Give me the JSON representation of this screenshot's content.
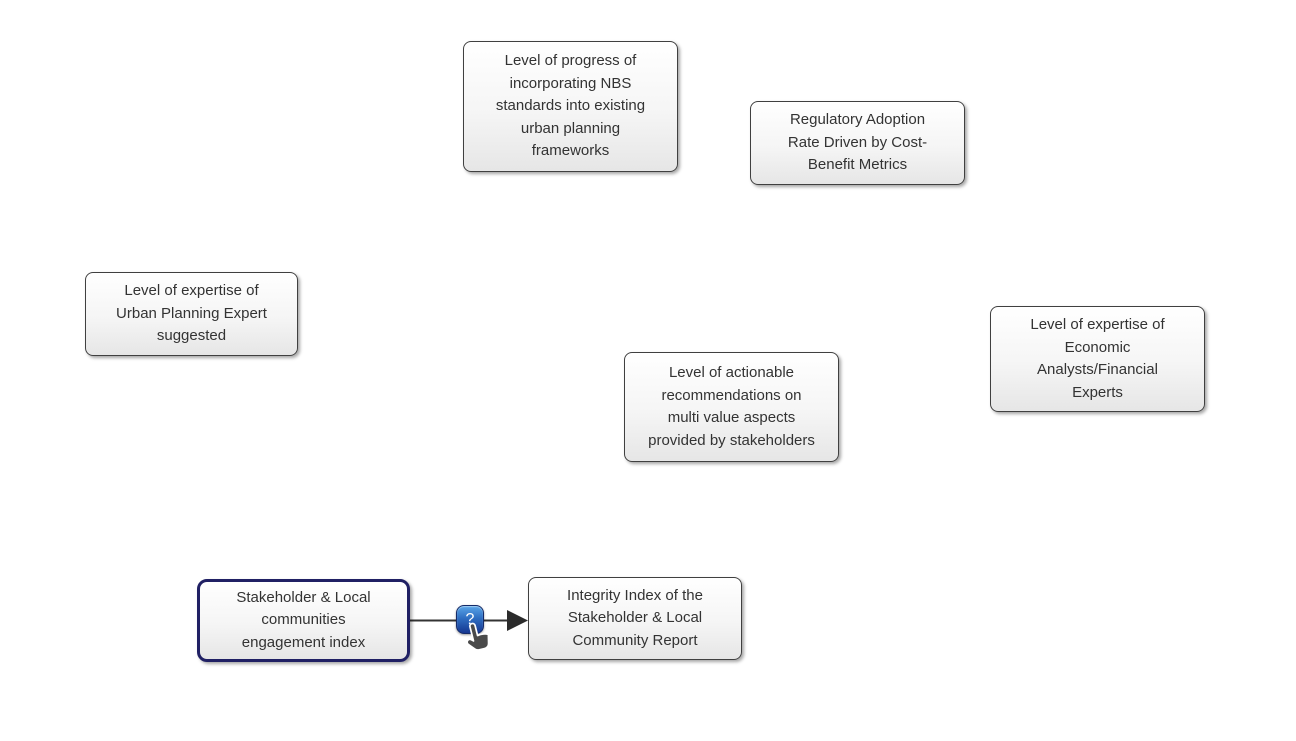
{
  "diagram": {
    "nodes": [
      {
        "id": "nbs-progress",
        "label": "Level of progress of\nincorporating NBS\nstandards into existing\nurban planning\nframeworks",
        "selected": false
      },
      {
        "id": "regulatory-adoption",
        "label": "Regulatory Adoption\nRate Driven by Cost-\nBenefit Metrics",
        "selected": false
      },
      {
        "id": "urban-planning-expert",
        "label": "Level of expertise of\nUrban Planning Expert\nsuggested",
        "selected": false
      },
      {
        "id": "actionable-recommendations",
        "label": "Level of actionable\nrecommendations on\nmulti value aspects\nprovided by stakeholders",
        "selected": false
      },
      {
        "id": "economic-analysts",
        "label": "Level of expertise of\nEconomic\nAnalysts/Financial\nExperts",
        "selected": false
      },
      {
        "id": "stakeholder-engagement",
        "label": "Stakeholder & Local\ncommunities\nengagement index",
        "selected": true
      },
      {
        "id": "integrity-index",
        "label": "Integrity Index of the\nStakeholder & Local\nCommunity Report",
        "selected": false
      }
    ],
    "edge": {
      "from": "stakeholder-engagement",
      "to": "integrity-index",
      "badge_label": "?"
    },
    "colors": {
      "canvas_background": "#ffffff",
      "node_border": "#404040",
      "node_gradient_top": "#ffffff",
      "node_gradient_bottom": "#e6e6e6",
      "node_text": "#333333",
      "selected_border": "#202064",
      "edge_line": "#333333",
      "arrowhead": "#2b2b2b",
      "badge_gradient_top": "#5aa6e8",
      "badge_gradient_bottom": "#153690",
      "badge_text": "#ffffff"
    }
  }
}
